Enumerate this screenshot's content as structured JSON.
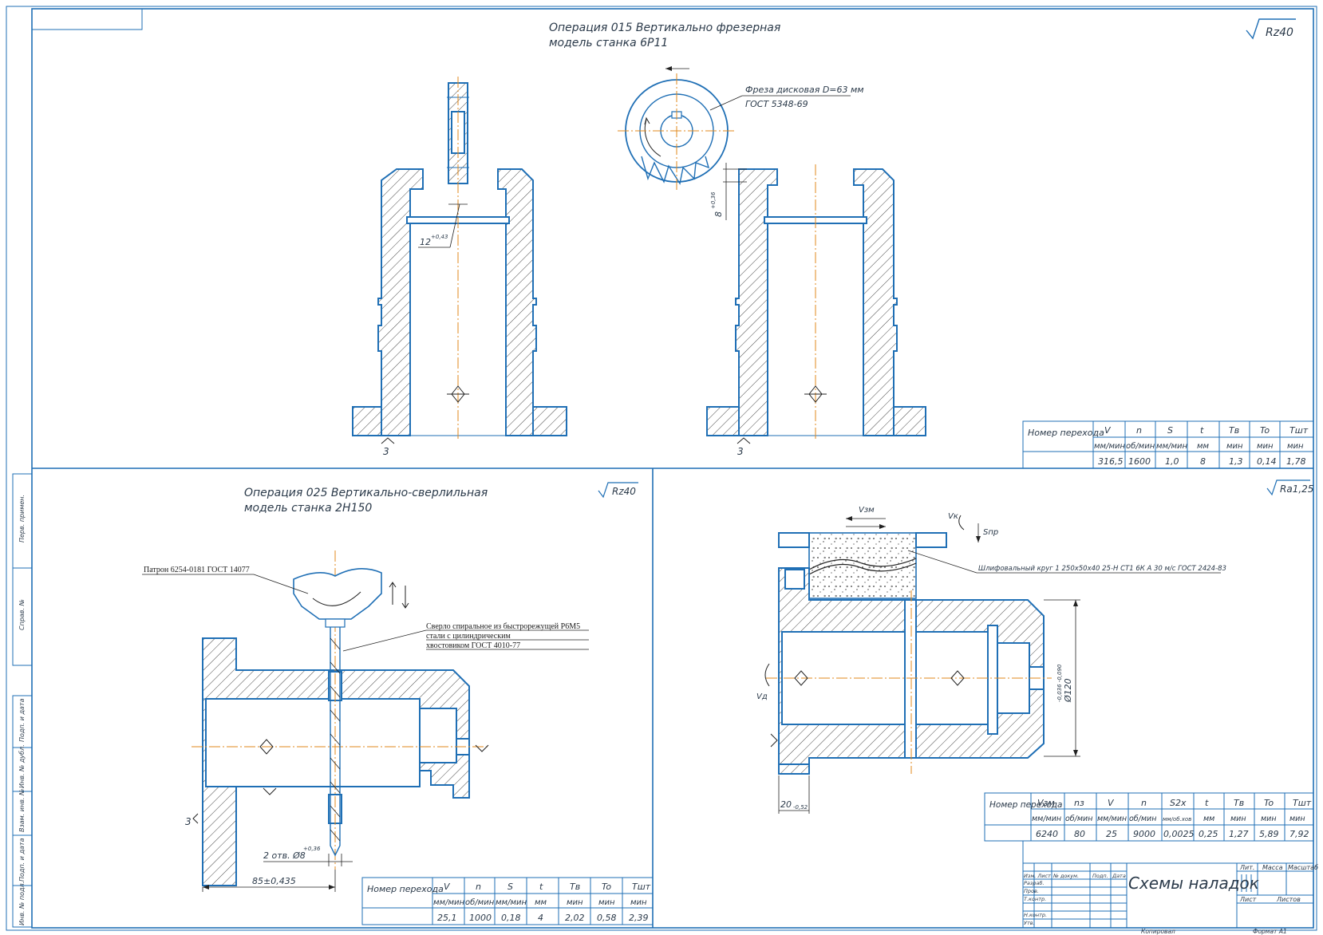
{
  "sheet": {
    "roughness_main": "Rz40",
    "roughness_drill": "Rz40",
    "roughness_grind": "Ra1,25",
    "base_mark": "3"
  },
  "op015": {
    "title_line1": "Операция 015 Вертикально фрезерная",
    "title_line2": "модель станка 6Р11",
    "cutter_line1": "Фреза дисковая D=63 мм",
    "cutter_line2": "ГОСТ 5348-69",
    "dim_width": "12",
    "dim_width_tol": "+0,43",
    "dim_depth": "8",
    "dim_depth_tol": "+0,36",
    "table": {
      "header": [
        "Номер перехода",
        "V",
        "n",
        "S",
        "t",
        "Tв",
        "To",
        "Tшт"
      ],
      "units": [
        "мм/мин",
        "об/мин",
        "мм/мин",
        "мм",
        "мин",
        "мин",
        "мин"
      ],
      "values": [
        "316,5",
        "1600",
        "1,0",
        "8",
        "1,3",
        "0,14",
        "1,78"
      ]
    }
  },
  "op025": {
    "title_line1": "Операция 025 Вертикально-сверлильная",
    "title_line2": "модель станка 2Н150",
    "chuck_label": "Патрон 6254-0181 ГОСТ 14077",
    "drill_line1": "Сверло спиральное из быстрорежущей Р6М5",
    "drill_line2": "стали с цилиндрическим",
    "drill_line3": "хвостовиком ГОСТ 4010-77",
    "dim_holes": "2 отв. Ø8",
    "dim_holes_tol": "+0,36",
    "dim_length": "85±0,435",
    "table": {
      "header": [
        "Номер перехода",
        "V",
        "n",
        "S",
        "t",
        "Tв",
        "To",
        "Tшт"
      ],
      "units": [
        "мм/мин",
        "об/мин",
        "мм/мин",
        "мм",
        "мин",
        "мин",
        "мин"
      ],
      "values": [
        "25,1",
        "1000",
        "0,18",
        "4",
        "2,02",
        "0,58",
        "2,39"
      ]
    }
  },
  "grind": {
    "wheel_label": "Шлифовальный круг  1 250х50х40 25-Н СТ1 6К А 30 м/с ГОСТ 2424-83",
    "v_table": "Vзм",
    "v_wheel": "Vк",
    "s_feed": "Sпр",
    "v_part": "Vд",
    "dim_diam": "Ø120",
    "dim_diam_tol": "-0,036 -0,090",
    "dim_len": "20",
    "dim_len_tol": "-0,52",
    "table": {
      "header": [
        "Номер перехода",
        "Vзм",
        "nз",
        "V",
        "n",
        "S2х",
        "t",
        "Tв",
        "To",
        "Tшт"
      ],
      "units": [
        "мм/мин",
        "об/мин",
        "мм/мин",
        "об/мин",
        "мм/об.хов",
        "мм",
        "мин",
        "мин",
        "мин"
      ],
      "values": [
        "6240",
        "80",
        "25",
        "9000",
        "0,0025",
        "0,25",
        "1,27",
        "5,89",
        "7,92"
      ]
    }
  },
  "titleblock": {
    "title": "Схемы наладок",
    "col_lit": "Лит.",
    "col_mass": "Масса",
    "col_scale": "Масштаб",
    "sheet_lbl": "Лист",
    "sheets_lbl": "Листов",
    "rows": [
      "Изм. Лист",
      "№ докум.",
      "Подп.",
      "Дата"
    ],
    "roles": [
      "Разраб.",
      "Пров.",
      "Т.контр.",
      "Н.контр.",
      "Утв."
    ],
    "copied": "Копировал",
    "format": "Формат  А1"
  },
  "side_stamp": [
    "Перв. примен.",
    "Справ. №",
    "Подп. и дата",
    "Инв. № дубл.",
    "Взам. инв. №",
    "Подп. и дата",
    "Инв. № подл."
  ]
}
